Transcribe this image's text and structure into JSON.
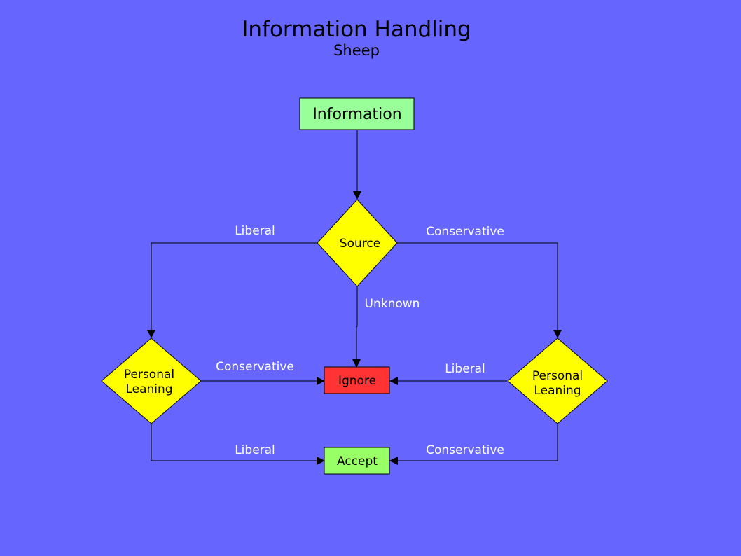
{
  "title": "Information Handling",
  "subtitle": "Sheep",
  "colors": {
    "background": "#6666ff",
    "start_node": "#99ff99",
    "decision_node": "#ffff00",
    "ignore_node": "#ff3333",
    "accept_node": "#99ff66",
    "edge_label": "#ffffff"
  },
  "nodes": {
    "information": "Information",
    "source": "Source",
    "left_leaning_line1": "Personal",
    "left_leaning_line2": "Leaning",
    "right_leaning_line1": "Personal",
    "right_leaning_line2": "Leaning",
    "ignore": "Ignore",
    "accept": "Accept"
  },
  "edges": {
    "source_left": "Liberal",
    "source_right": "Conservative",
    "source_down": "Unknown",
    "left_to_ignore": "Conservative",
    "right_to_ignore": "Liberal",
    "left_to_accept": "Liberal",
    "right_to_accept": "Conservative"
  }
}
